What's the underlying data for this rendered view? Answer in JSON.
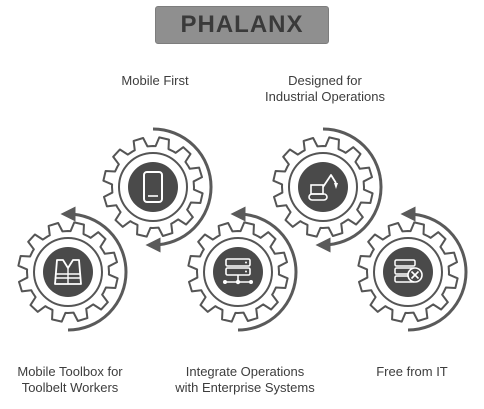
{
  "header": {
    "title": "PHALANX"
  },
  "features": [
    {
      "lines": [
        "Mobile Toolbox for",
        "Toolbelt Workers"
      ],
      "icon": "safety-vest-icon"
    },
    {
      "lines": [
        "Mobile First"
      ],
      "icon": "mobile-phone-icon"
    },
    {
      "lines": [
        "Integrate Operations",
        "with Enterprise Systems"
      ],
      "icon": "server-network-icon"
    },
    {
      "lines": [
        "Designed for",
        "Industrial Operations"
      ],
      "icon": "excavator-icon"
    },
    {
      "lines": [
        "Free from IT"
      ],
      "icon": "server-cancel-icon"
    }
  ],
  "colors": {
    "banner": "#8f8f8f",
    "gear_stroke": "#555555",
    "arrow": "#5a5a5a",
    "center_disc": "#4a4a4a",
    "icon": "#ffffff",
    "text": "#3d3d3d"
  }
}
